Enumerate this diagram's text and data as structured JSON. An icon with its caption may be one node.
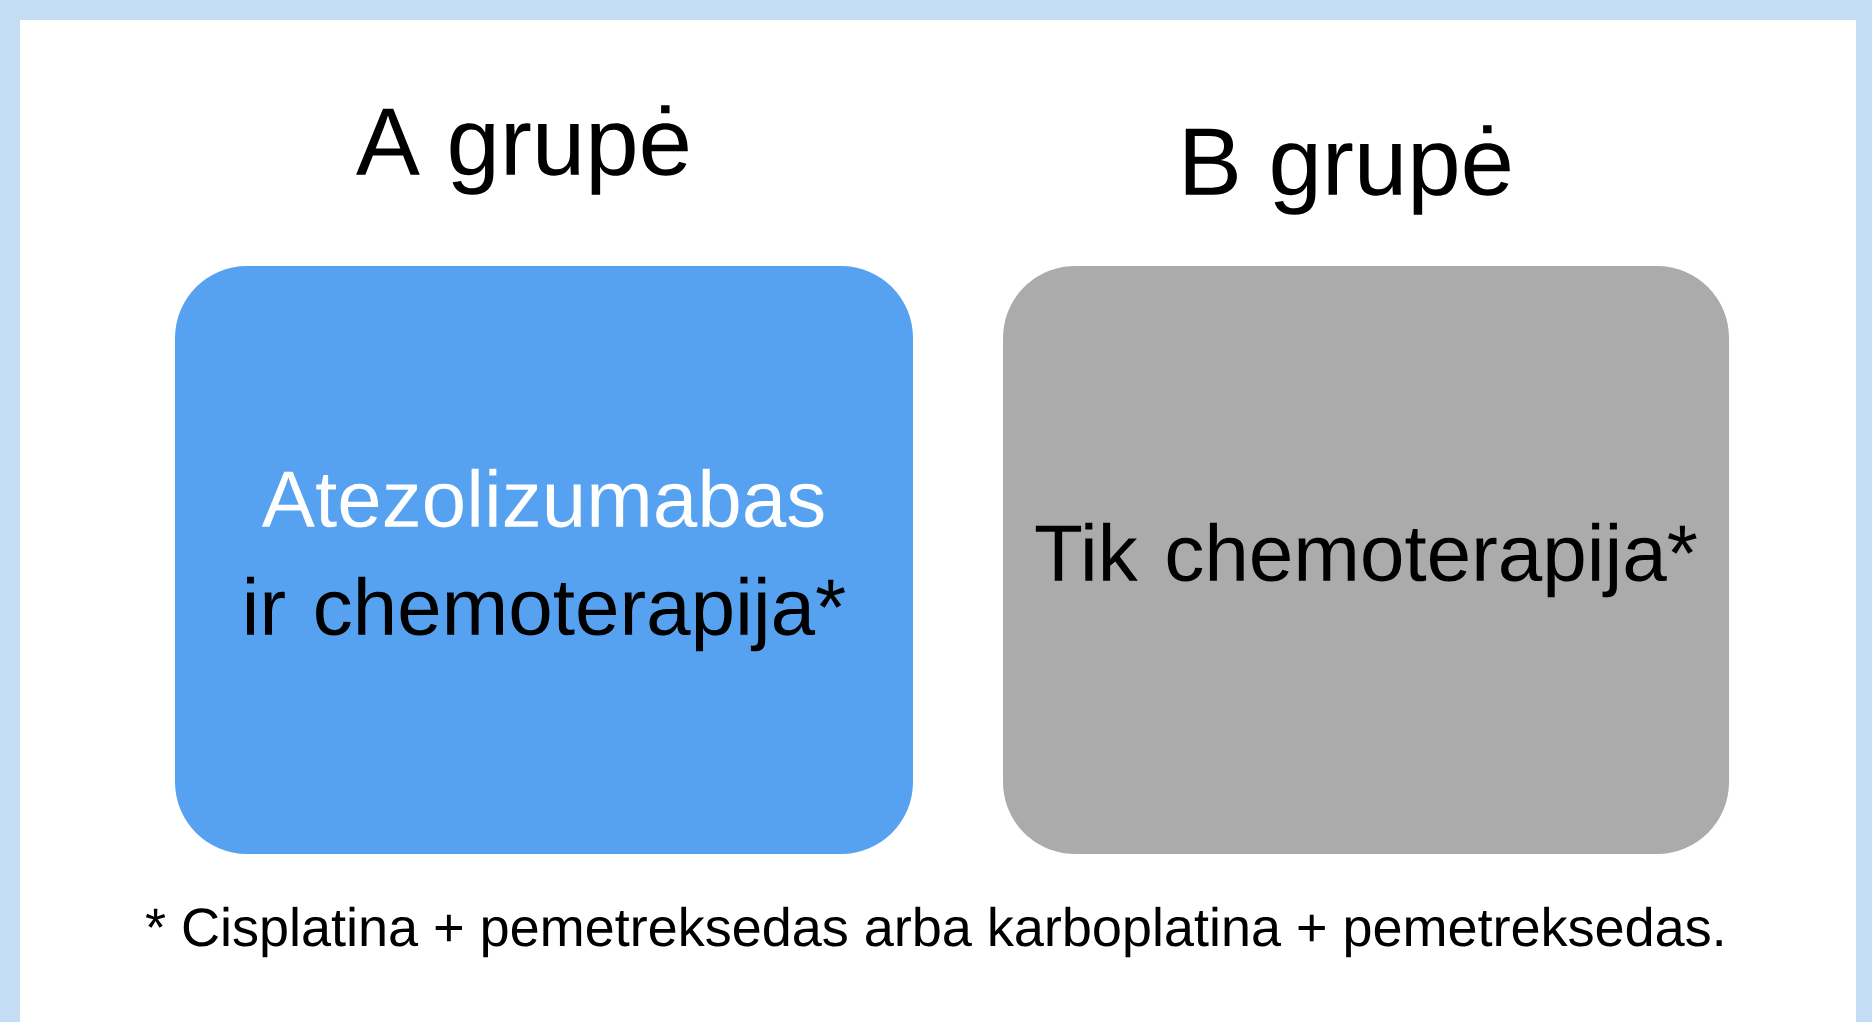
{
  "diagram": {
    "nodes": [
      {
        "text": [
          "A grupė",
          "Atezolizumabas",
          "ir chemoterapija*"
        ]
      },
      {
        "text": [
          "B grupė",
          "Tik chemoterapija*"
        ]
      }
    ],
    "labels": [
      "* Cisplatina + pemetreksedas arba karboplatina + pemetreksedas."
    ]
  }
}
